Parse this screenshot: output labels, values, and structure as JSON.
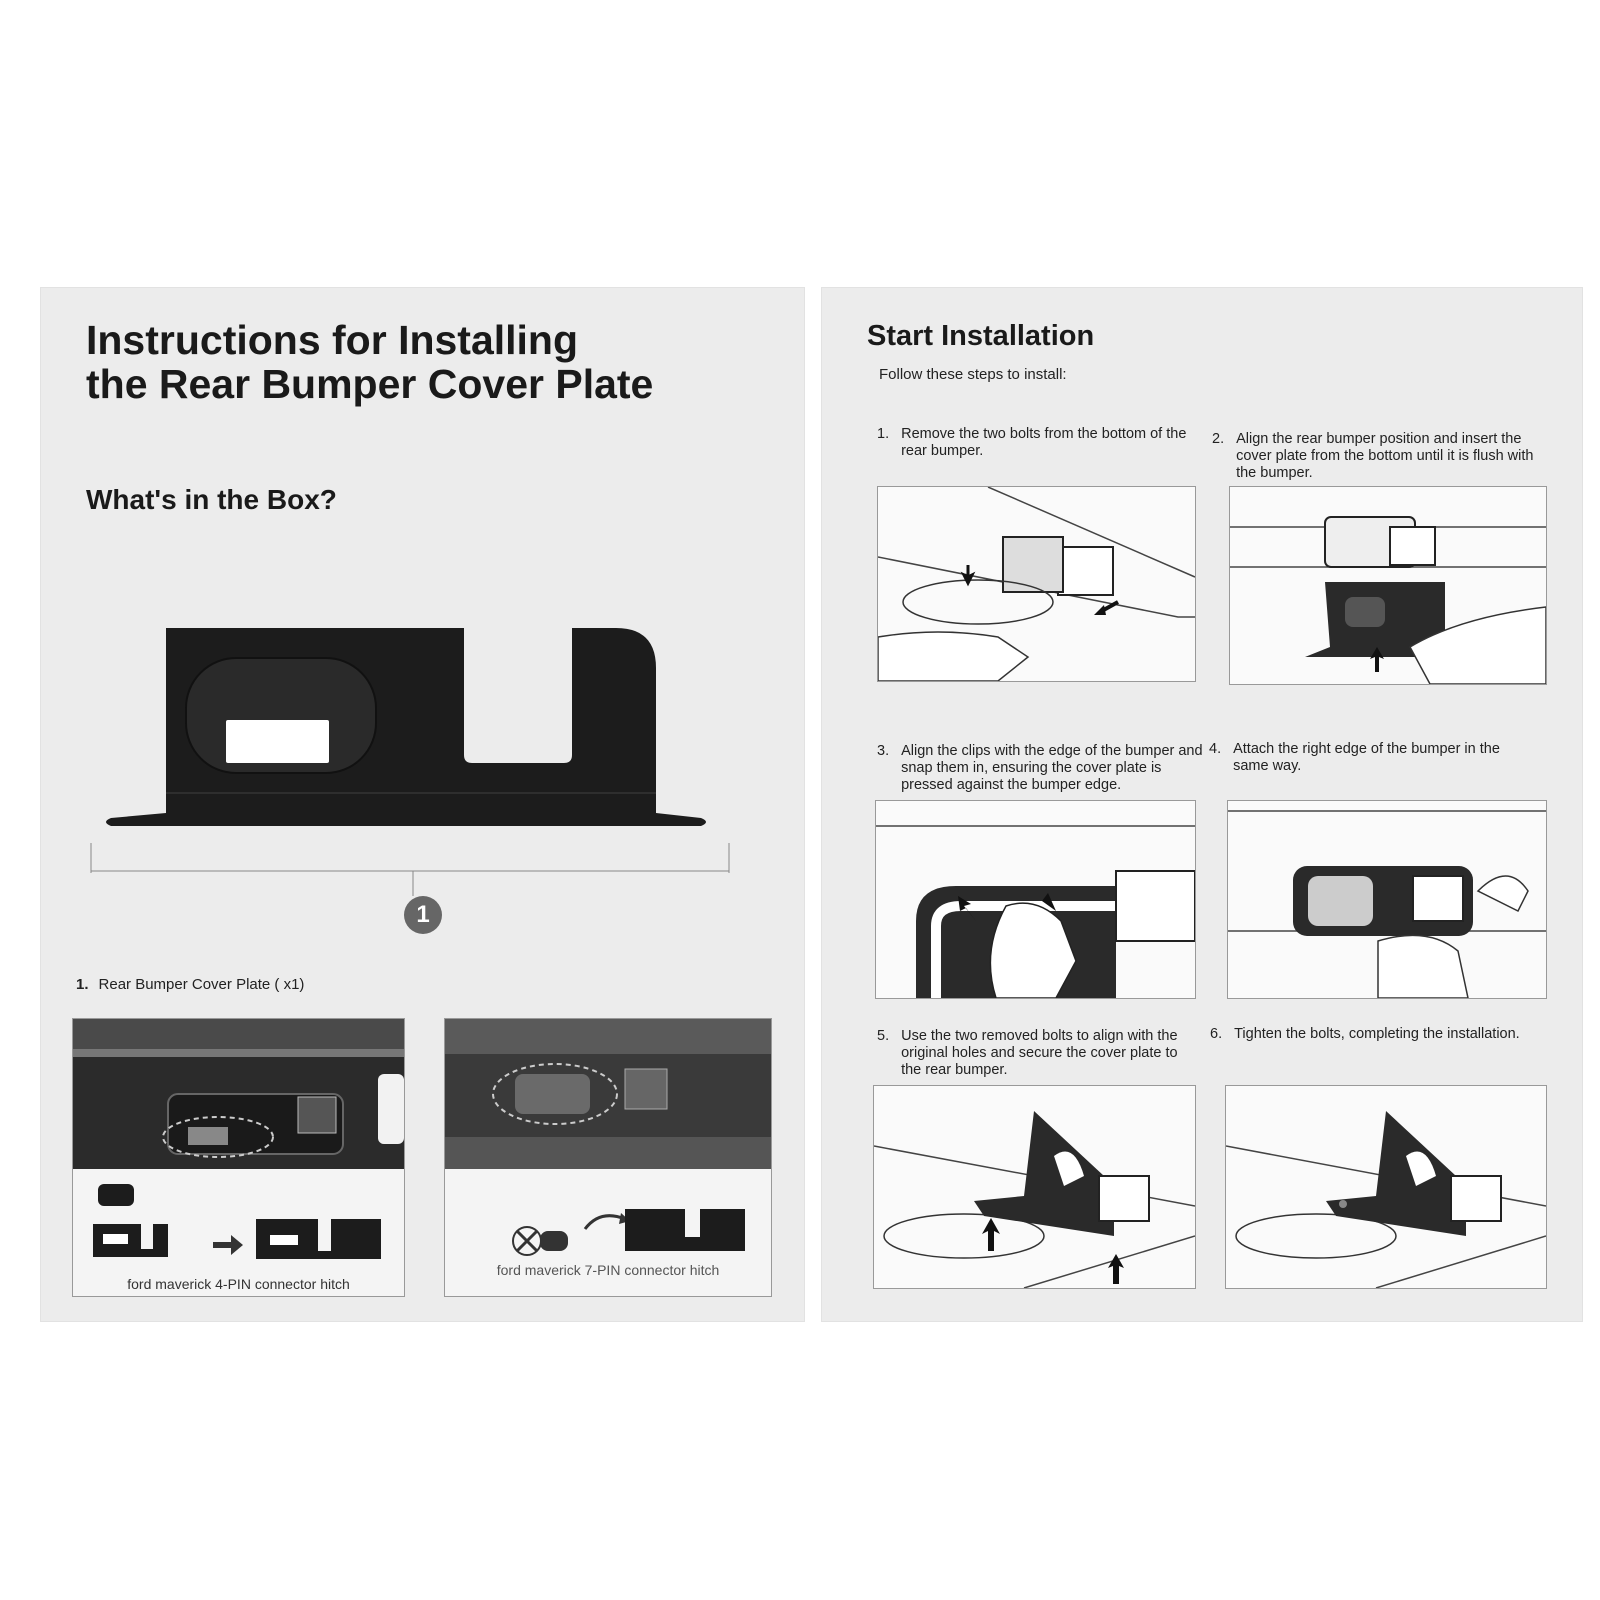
{
  "left_page": {
    "title_line1": "Instructions for Installing",
    "title_line2": "the Rear Bumper Cover Plate",
    "box_heading": "What's in the Box?",
    "part_badge": "1",
    "item": {
      "number": "1.",
      "label": "Rear Bumper Cover Plate ( x1)"
    },
    "cards": [
      {
        "caption": "ford maverick 4-PIN connector hitch"
      },
      {
        "caption": "ford maverick 7-PIN connector hitch"
      }
    ]
  },
  "right_page": {
    "title": "Start Installation",
    "subtitle": "Follow these steps to install:",
    "steps": [
      {
        "number": "1.",
        "text": "Remove the two bolts from the bottom of the rear bumper."
      },
      {
        "number": "2.",
        "text": "Align the rear bumper position and insert the cover plate from the bottom until it is flush with the bumper."
      },
      {
        "number": "3.",
        "text": "Align the clips with the edge of the bumper and snap them in, ensuring the cover plate is pressed against the bumper edge."
      },
      {
        "number": "4.",
        "text": "Attach the right edge of the bumper in the same way."
      },
      {
        "number": "5.",
        "text": "Use the two removed bolts to align with the original holes and secure the cover plate to the rear bumper."
      },
      {
        "number": "6.",
        "text": "Tighten the bolts, completing the installation."
      }
    ]
  },
  "colors": {
    "page_bg": "#ececec",
    "plate": "#1c1c1c",
    "badge": "#666666"
  }
}
